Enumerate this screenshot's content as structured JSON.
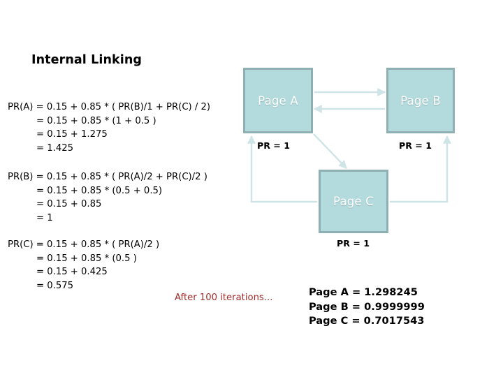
{
  "slide": {
    "title": "Internal Linking",
    "background_color": "#ffffff"
  },
  "formulas": {
    "page_a": {
      "lines": [
        "PR(A) = 0.15 + 0.85 * ( PR(B)/1 + PR(C) / 2)",
        "= 0.15 + 0.85 * (1 + 0.5 )",
        "= 0.15 + 1.275",
        "= 1.425"
      ]
    },
    "page_b": {
      "lines": [
        "PR(B) = 0.15 + 0.85 * ( PR(A)/2 + PR(C)/2 )",
        "= 0.15 + 0.85 * (0.5 + 0.5)",
        "= 0.15 + 0.85",
        "= 1"
      ]
    },
    "page_c": {
      "lines": [
        "PR(C) = 0.15 + 0.85 * ( PR(A)/2 )",
        "= 0.15 + 0.85 * (0.5 )",
        "= 0.15 + 0.425",
        "= 0.575"
      ]
    }
  },
  "diagram": {
    "fill_color": "#b3dbdd",
    "border_color": "#8fb0b2",
    "connector_color": "#cfe4e6",
    "nodes": [
      {
        "id": "a",
        "label": "Page A",
        "pr": "PR = 1"
      },
      {
        "id": "b",
        "label": "Page B",
        "pr": "PR = 1"
      },
      {
        "id": "c",
        "label": "Page C",
        "pr": "PR = 1"
      }
    ]
  },
  "footer": {
    "iterations_note": "After 100 iterations...",
    "iterations_note_color": "#a22c2c",
    "results": [
      "Page A = 1.298245",
      "Page B = 0.9999999",
      "Page C = 0.7017543"
    ]
  }
}
